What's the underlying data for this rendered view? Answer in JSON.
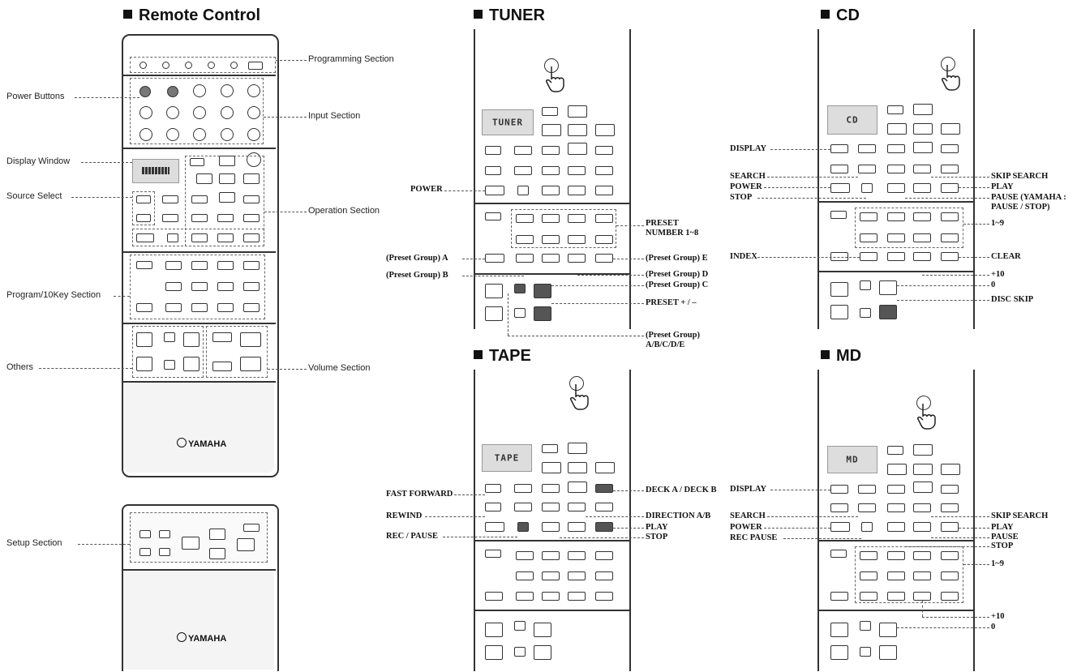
{
  "sections": {
    "remote_control": "Remote Control",
    "tuner": "TUNER",
    "tape": "TAPE",
    "cd": "CD",
    "md": "MD"
  },
  "remote_labels": {
    "programming": "Programming Section",
    "power": "Power Buttons",
    "input": "Input Section",
    "display": "Display Window",
    "source": "Source Select",
    "operation": "Operation Section",
    "program10": "Program/10Key Section",
    "others": "Others",
    "volume": "Volume Section",
    "setup": "Setup Section"
  },
  "brand": "YAMAHA",
  "tuner_labels": {
    "power": "POWER",
    "preset_number_1": "PRESET",
    "preset_number_2": "NUMBER 1~8",
    "group_a": "(Preset Group) A",
    "group_b": "(Preset Group) B",
    "group_e": "(Preset Group) E",
    "group_d": "(Preset Group) D",
    "group_c": "(Preset Group) C",
    "preset_pm": "PRESET + / –",
    "group_all_1": "(Preset Group)",
    "group_all_2": "A/B/C/D/E"
  },
  "cd_labels": {
    "display": "DISPLAY",
    "search": "SEARCH",
    "power": "POWER",
    "stop": "STOP",
    "skip_search": "SKIP SEARCH",
    "play": "PLAY",
    "pause_1": "PAUSE (YAMAHA :",
    "pause_2": "PAUSE / STOP)",
    "one_nine": "1~9",
    "index": "INDEX",
    "clear": "CLEAR",
    "plus10": "+10",
    "zero": "0",
    "disc_skip": "DISC SKIP"
  },
  "tape_labels": {
    "ff": "FAST FORWARD",
    "rew": "REWIND",
    "rec": "REC / PAUSE",
    "deck": "DECK A / DECK B",
    "direction": "DIRECTION A/B",
    "play": "PLAY",
    "stop": "STOP"
  },
  "md_labels": {
    "display": "DISPLAY",
    "search": "SEARCH",
    "power": "POWER",
    "rec_pause": "REC PAUSE",
    "skip_search": "SKIP SEARCH",
    "play": "PLAY",
    "pause": "PAUSE",
    "stop": "STOP",
    "one_nine": "1~9",
    "plus10": "+10",
    "zero": "0"
  },
  "lcd": {
    "tuner": "TUNER",
    "tape": "TAPE",
    "cd": "CD",
    "md": "MD"
  },
  "icons": [
    "hand-pointer-icon",
    "yamaha-logo-icon"
  ]
}
